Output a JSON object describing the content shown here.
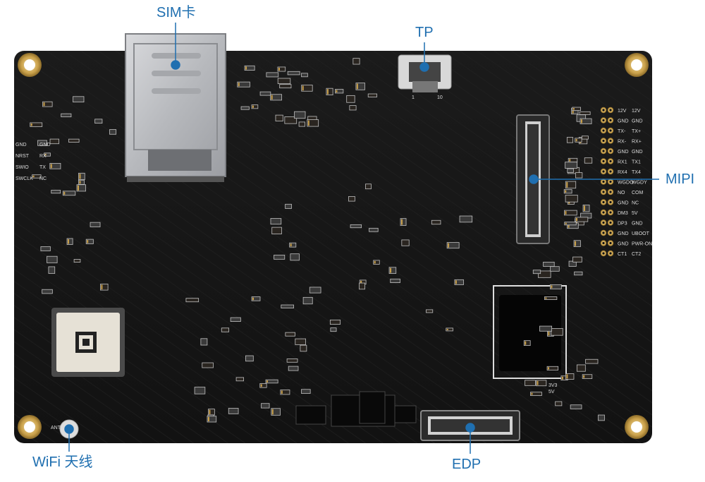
{
  "callouts": {
    "sim": "SIM卡",
    "tp": "TP",
    "mipi": "MIPI",
    "wifi": "WiFi 天线",
    "edp": "EDP"
  },
  "silkscreen": {
    "left_header": [
      "GND",
      "NRST",
      "SWIO",
      "SWCLK"
    ],
    "left_header_b": [
      "GND",
      "RX",
      "TX",
      "NC"
    ],
    "right_header": [
      [
        "12V",
        "12V"
      ],
      [
        "GND",
        "GND"
      ],
      [
        "TX-",
        "TX+"
      ],
      [
        "RX-",
        "RX+"
      ],
      [
        "GND",
        "GND"
      ],
      [
        "RX1",
        "TX1"
      ],
      [
        "RX4",
        "TX4"
      ],
      [
        "WGDO",
        "WGDY"
      ],
      [
        "NO",
        "COM"
      ],
      [
        "GND",
        "NC"
      ],
      [
        "DM3",
        "5V"
      ],
      [
        "DP3",
        "GND"
      ],
      [
        "GND",
        "UBOOT"
      ],
      [
        "GND",
        "PWR-ON"
      ],
      [
        "CT1",
        "CT2"
      ]
    ],
    "power_pins": [
      "3V3",
      "5V"
    ],
    "ant": "ANT",
    "tp_pins": [
      "1",
      "10"
    ]
  },
  "colors": {
    "board": "#161616",
    "callout": "#1f6fb0",
    "pad_gold": "#c9a04a"
  }
}
